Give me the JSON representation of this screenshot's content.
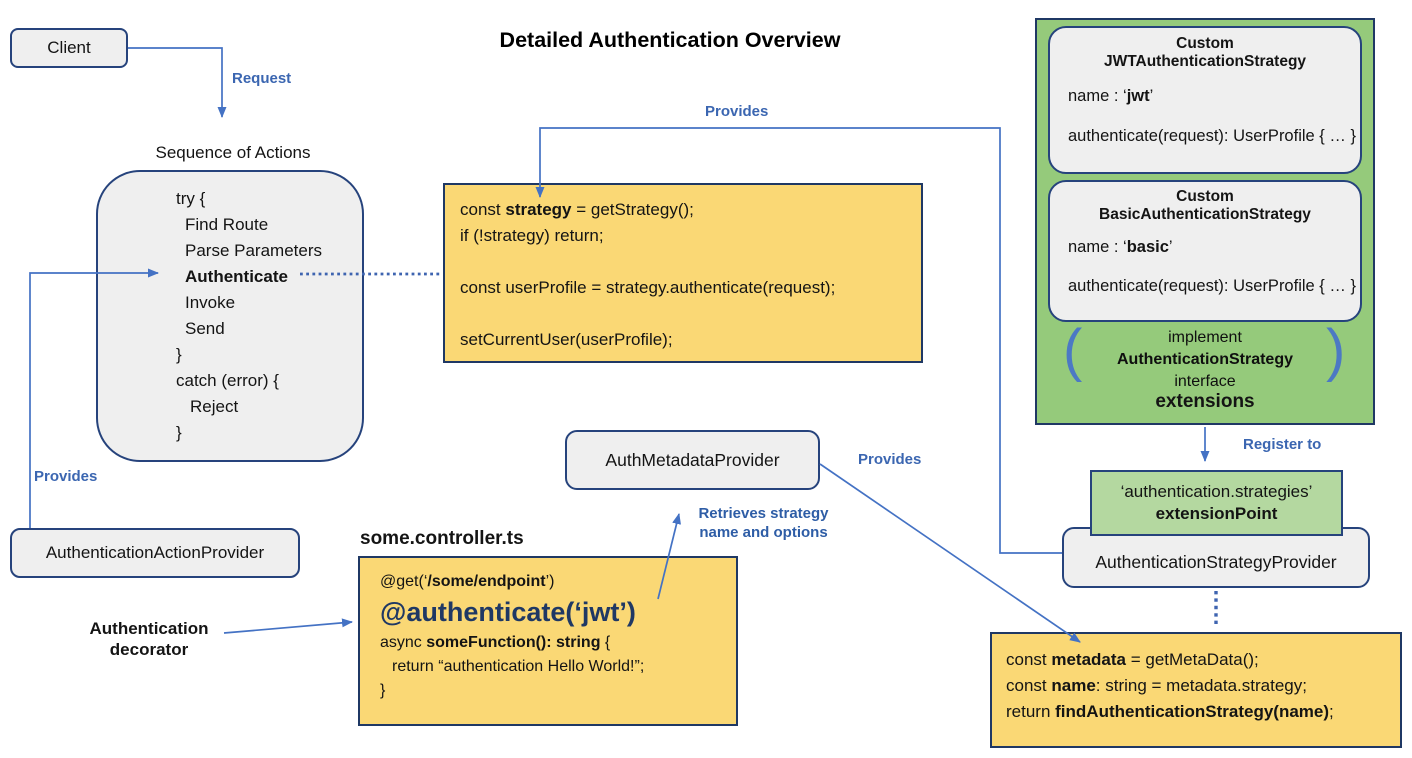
{
  "colors": {
    "accent_blue": "#4472C4",
    "navy": "#1F3864",
    "gray_node_border": "#26437C",
    "yellow_fill": "#FAD875",
    "green_fill": "#95CA7B",
    "light_green_fill": "#B4D8A0",
    "gray_fill": "#EFEFEF"
  },
  "title": "Detailed Authentication Overview",
  "client_label": "Client",
  "request_label": "Request",
  "provides_left": "Provides",
  "provides_top": "Provides",
  "provides_mid": "Provides",
  "register_to": "Register to",
  "sequence": {
    "title": "Sequence of Actions",
    "lines": [
      "try {",
      "Find Route",
      "Parse Parameters",
      "Authenticate",
      "Invoke",
      "Send",
      "}",
      "catch (error) {",
      "Reject",
      "}"
    ]
  },
  "strategy_code": {
    "l1_pre": "const ",
    "l1_bold": "strategy",
    "l1_post": " = getStrategy();",
    "l2": "if (!strategy) return;",
    "l3": "const userProfile = strategy.authenticate(request);",
    "l4": "setCurrentUser(userProfile);"
  },
  "auth_action_provider": "AuthenticationActionProvider",
  "auth_metadata_provider": "AuthMetadataProvider",
  "auth_strategy_provider": "AuthenticationStrategyProvider",
  "decorator_label": {
    "line1": "Authentication",
    "line2": "decorator"
  },
  "retrieves": {
    "line1": "Retrieves strategy",
    "bold": "name",
    "rest": " and options"
  },
  "controller": {
    "filename": "some.controller.ts",
    "l1_pre": "@get(‘",
    "l1_bold": "/some/endpoint",
    "l1_post": "’)",
    "l2": "@authenticate(‘jwt’)",
    "l3_pre": "async ",
    "l3_bold": "someFunction(): string",
    "l3_post": " {",
    "l4": "return “authentication Hello World!”;",
    "l5": "}"
  },
  "extensions_box": {
    "cards": [
      {
        "title1": "Custom",
        "title2": "JWTAuthenticationStrategy",
        "name_pre": "name : ‘",
        "name_bold": "jwt",
        "name_post": "’",
        "method": "authenticate(request): UserProfile { … }"
      },
      {
        "title1": "Custom",
        "title2": "BasicAuthenticationStrategy",
        "name_pre": "name : ‘",
        "name_bold": "basic",
        "name_post": "’",
        "method": "authenticate(request): UserProfile { … }"
      }
    ],
    "implement_line1": "implement",
    "implement_bold": "AuthenticationStrategy",
    "implement_rest": " interface",
    "footer": "extensions"
  },
  "extension_point": {
    "line1": "‘authentication.strategies’",
    "line2": "extensionPoint"
  },
  "metadata_code": {
    "l1_pre": "const ",
    "l1_bold": "metadata",
    "l1_post": " = getMetaData();",
    "l2_pre": "const ",
    "l2_bold": "name",
    "l2_post": ": string = metadata.strategy;",
    "l3_pre": "return ",
    "l3_bold": "findAuthenticationStrategy(name)",
    "l3_post": ";"
  }
}
